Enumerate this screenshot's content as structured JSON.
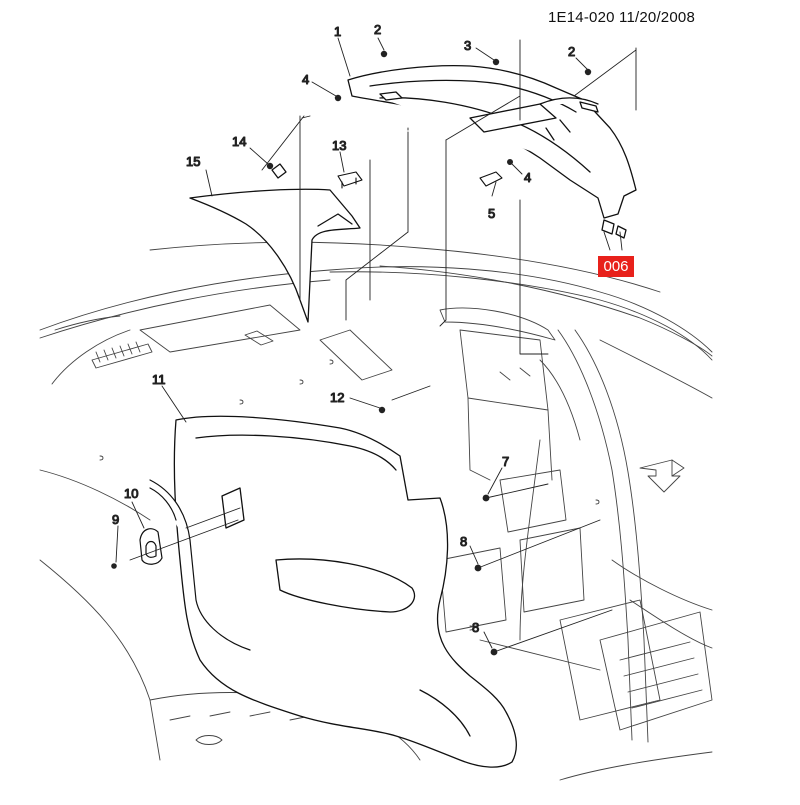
{
  "header": {
    "reference": "1E14-020  11/20/2008"
  },
  "code_badge": {
    "text": "006",
    "color": "#e8211b"
  },
  "callouts": [
    {
      "id": "c1",
      "label": "1"
    },
    {
      "id": "c2a",
      "label": "2"
    },
    {
      "id": "c2b",
      "label": "2"
    },
    {
      "id": "c3",
      "label": "3"
    },
    {
      "id": "c4a",
      "label": "4"
    },
    {
      "id": "c4b",
      "label": "4"
    },
    {
      "id": "c5",
      "label": "5"
    },
    {
      "id": "c7",
      "label": "7"
    },
    {
      "id": "c8a",
      "label": "8"
    },
    {
      "id": "c8b",
      "label": "8"
    },
    {
      "id": "c9",
      "label": "9"
    },
    {
      "id": "c10",
      "label": "10"
    },
    {
      "id": "c11",
      "label": "11"
    },
    {
      "id": "c12",
      "label": "12"
    },
    {
      "id": "c13",
      "label": "13"
    },
    {
      "id": "c14",
      "label": "14"
    },
    {
      "id": "c15",
      "label": "15"
    }
  ]
}
